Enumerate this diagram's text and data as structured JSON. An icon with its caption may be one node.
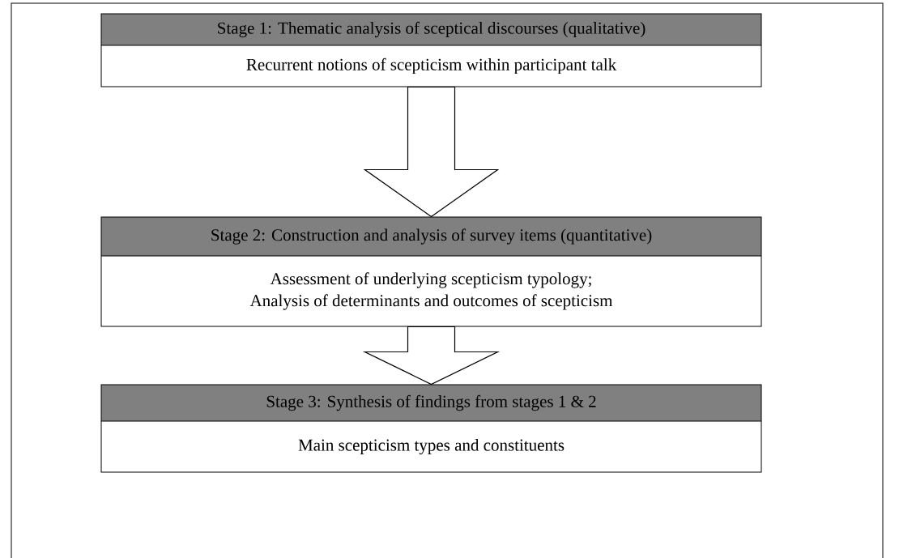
{
  "diagram": {
    "nodes": [
      {
        "text": [
          "Stage 1: Thematic analysis of sceptical discourses (qualitative)",
          "Recurrent notions of scepticism within participant talk"
        ]
      },
      {
        "text": [
          "Stage 2: Construction and analysis of survey items (quantitative)",
          "Assessment of underlying scepticism typology;",
          "Analysis of determinants and outcomes of scepticism"
        ]
      },
      {
        "text": [
          "Stage 3: Synthesis of findings from stages 1 & 2",
          "Main scepticism types and constituents"
        ]
      }
    ],
    "edges": [
      {
        "from": 0,
        "to": 1,
        "arrow": "to"
      },
      {
        "from": 1,
        "to": 2,
        "arrow": "to"
      }
    ]
  }
}
